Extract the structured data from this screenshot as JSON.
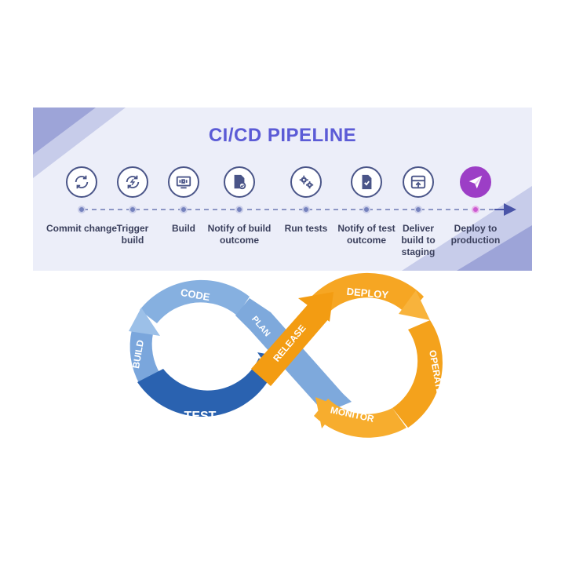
{
  "pipeline": {
    "title": "CI/CD PIPELINE",
    "steps": [
      {
        "label": "Commit change",
        "icon": "refresh-icon"
      },
      {
        "label": "Trigger build",
        "icon": "refresh-bolt-icon"
      },
      {
        "label": "Build",
        "icon": "code-screen-icon"
      },
      {
        "label": "Notify of build outcome",
        "icon": "document-check-icon"
      },
      {
        "label": "Run tests",
        "icon": "gears-icon"
      },
      {
        "label": "Notify of test outcome",
        "icon": "clipboard-check-icon"
      },
      {
        "label": "Deliver build to staging",
        "icon": "upload-box-icon"
      },
      {
        "label": "Deploy to production",
        "icon": "paper-plane-icon"
      }
    ],
    "colors": {
      "title": "#5b5bd6",
      "accent": "#9c3ec6",
      "arrow": "#4a55a8"
    }
  },
  "devops": {
    "stages": {
      "code": "CODE",
      "build": "BUILD",
      "test": "TEST",
      "plan": "PLAN",
      "release": "RELEASE",
      "deploy": "DEPLOY",
      "operate": "OPERATE",
      "monitor": "MONITOR"
    },
    "colors": {
      "blue_light": "#7aa6dc",
      "blue_dark": "#2a62b0",
      "orange": "#f6a623"
    }
  }
}
